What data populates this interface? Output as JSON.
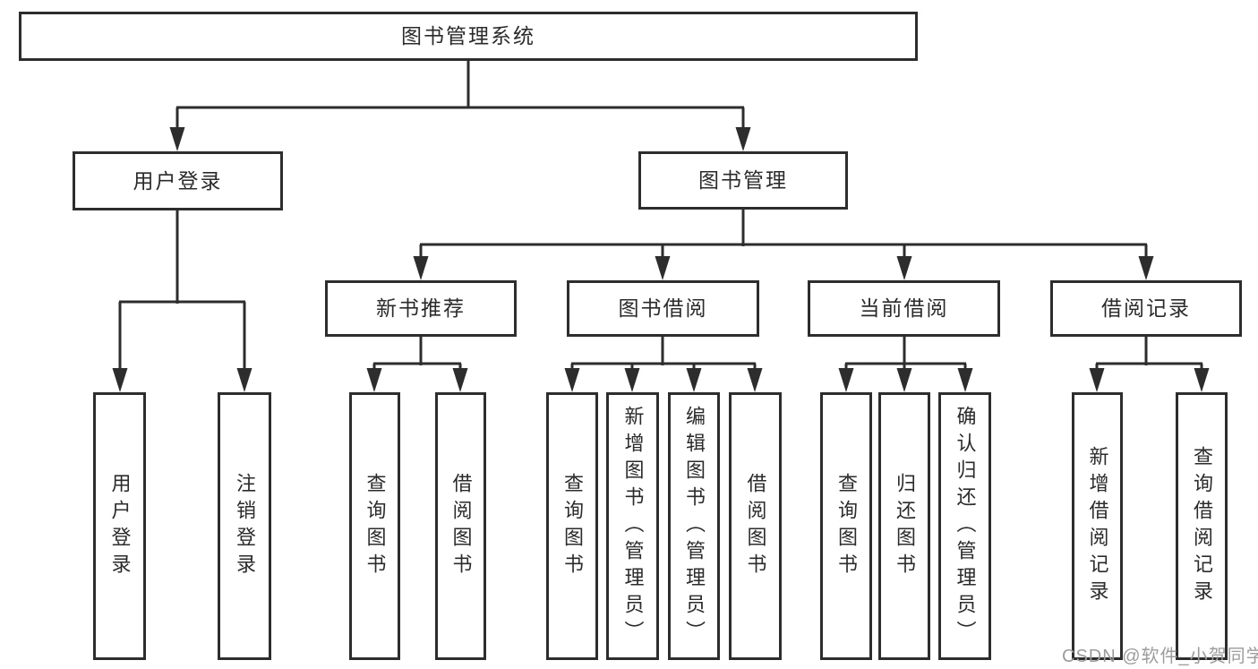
{
  "nodes": {
    "root": "图书管理系统",
    "user_login": "用户登录",
    "book_management": "图书管理",
    "new_book_recommend": "新书推荐",
    "book_borrowing": "图书借阅",
    "current_borrowing": "当前借阅",
    "borrow_records": "借阅记录",
    "ul_user_login": "用户登录",
    "ul_logout": "注销登录",
    "nb_query_books": "查询图书",
    "nb_borrow_books": "借阅图书",
    "bb_query_books": "查询图书",
    "bb_add_books_admin": "新增图书（管理员）",
    "bb_edit_books_admin": "编辑图书（管理员）",
    "bb_borrow_books": "借阅图书",
    "cb_query_books": "查询图书",
    "cb_return_books": "归还图书",
    "cb_confirm_return_admin": "确认归还（管理员）",
    "br_add_record": "新增借阅记录",
    "br_query_record": "查询借阅记录"
  },
  "hierarchy": {
    "图书管理系统": {
      "用户登录": [
        "用户登录",
        "注销登录"
      ],
      "图书管理": {
        "新书推荐": [
          "查询图书",
          "借阅图书"
        ],
        "图书借阅": [
          "查询图书",
          "新增图书（管理员）",
          "编辑图书（管理员）",
          "借阅图书"
        ],
        "当前借阅": [
          "查询图书",
          "归还图书",
          "确认归还（管理员）"
        ],
        "借阅记录": [
          "新增借阅记录",
          "查询借阅记录"
        ]
      }
    }
  },
  "watermark": {
    "text": "CSDN @软件_小贺同学"
  },
  "colors": {
    "line": "#2d2d2d",
    "box_border": "#2d2d2d",
    "box_fill": "#ffffff",
    "text": "#2b2b2b",
    "watermark": "#9c9c9c"
  }
}
